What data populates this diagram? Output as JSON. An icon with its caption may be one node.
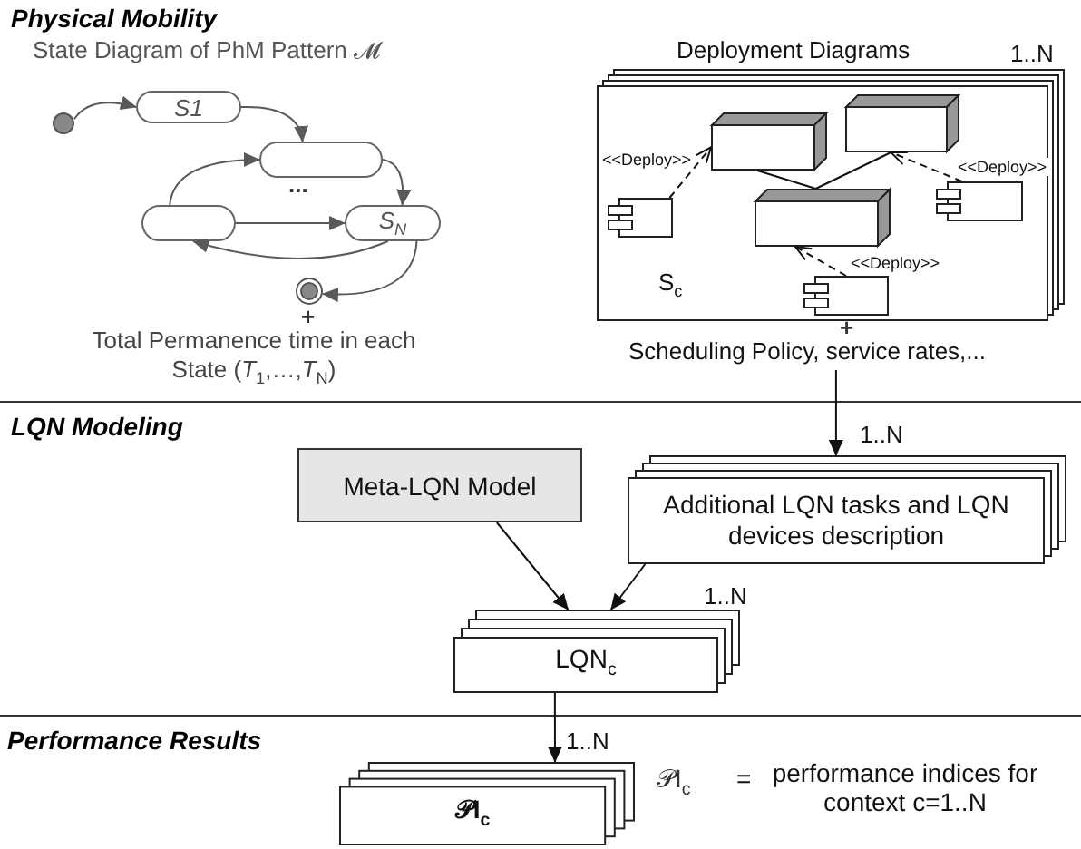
{
  "diagram": {
    "nodes": [
      {
        "text": [],
        "shape": "circle"
      },
      {
        "text": [
          "S1"
        ]
      },
      {
        "text": [],
        "shape": "box"
      },
      {
        "text": [],
        "shape": "box"
      },
      {
        "text": [
          "*S*$_{N}$"
        ]
      },
      {
        "text": [],
        "shape": "circle"
      },
      {
        "text": [
          "Total Permanence time in each State (*T*$_{1}$,…,*T*$_{N}$)"
        ]
      },
      {
        "text": [
          "Deployment Diagrams",
          "S$_{c}$"
        ],
        "beside": [
          "1..N"
        ]
      },
      {
        "text": [],
        "shape": "box",
        "in": 7
      },
      {
        "text": [],
        "shape": "box",
        "in": 7
      },
      {
        "text": [],
        "shape": "box",
        "in": 7
      },
      {
        "text": [],
        "shape": "box",
        "in": 7
      },
      {
        "text": [],
        "shape": "box",
        "in": 7
      },
      {
        "text": [],
        "shape": "box",
        "in": 7
      },
      {
        "text": [
          "Scheduling Policy, service rates,..."
        ]
      },
      {
        "text": [
          "Meta-LQN Model"
        ]
      },
      {
        "text": [
          "Additional LQN tasks and LQN devices description"
        ],
        "beside": [
          "1..N"
        ]
      },
      {
        "text": [
          "LQN$_{c}$"
        ],
        "beside": [
          "1..N"
        ]
      },
      {
        "text": [
          "𝒫I$_{c}$"
        ],
        "beside": [
          "1..N"
        ]
      }
    ],
    "edges": [
      {
        "from": 0,
        "to": 1,
        "arrow": "to",
        "color": "#595959"
      },
      {
        "from": 1,
        "to": 2,
        "arrow": "to",
        "color": "#595959"
      },
      {
        "from": 2,
        "to": 4,
        "arrow": "to",
        "color": "#595959"
      },
      {
        "from": 3,
        "to": 2,
        "arrow": "to",
        "color": "#595959"
      },
      {
        "from": 3,
        "to": 4,
        "arrow": "to",
        "color": "#595959"
      },
      {
        "from": 4,
        "to": 3,
        "arrow": "to",
        "color": "#595959"
      },
      {
        "from": 4,
        "to": 5,
        "arrow": "to",
        "color": "#595959"
      },
      {
        "from": 11,
        "to": 8,
        "arrow": "to",
        "style": "dashed",
        "label": "<<Deploy>>"
      },
      {
        "from": 12,
        "to": 9,
        "arrow": "to",
        "style": "dashed",
        "label": "<<Deploy>>"
      },
      {
        "from": 13,
        "to": 10,
        "arrow": "to",
        "style": "dashed",
        "label": "<<Deploy>>"
      },
      {
        "from": 8,
        "to": 10,
        "arrow": "none"
      },
      {
        "from": 9,
        "to": 10,
        "arrow": "none"
      },
      {
        "from": 14,
        "to": 16,
        "arrow": "to"
      },
      {
        "from": 15,
        "to": 17,
        "arrow": "to"
      },
      {
        "from": 16,
        "to": 17,
        "arrow": "to"
      },
      {
        "from": 17,
        "to": 18,
        "arrow": "to"
      }
    ],
    "labels": [
      "Physical Mobility",
      "State Diagram of PhM Pattern 𝓜",
      "...",
      "+",
      "+",
      "LQN Modeling",
      "Performance Results",
      "𝒫I$_{c}$",
      "=",
      "performance indices for context c=1..N"
    ]
  }
}
